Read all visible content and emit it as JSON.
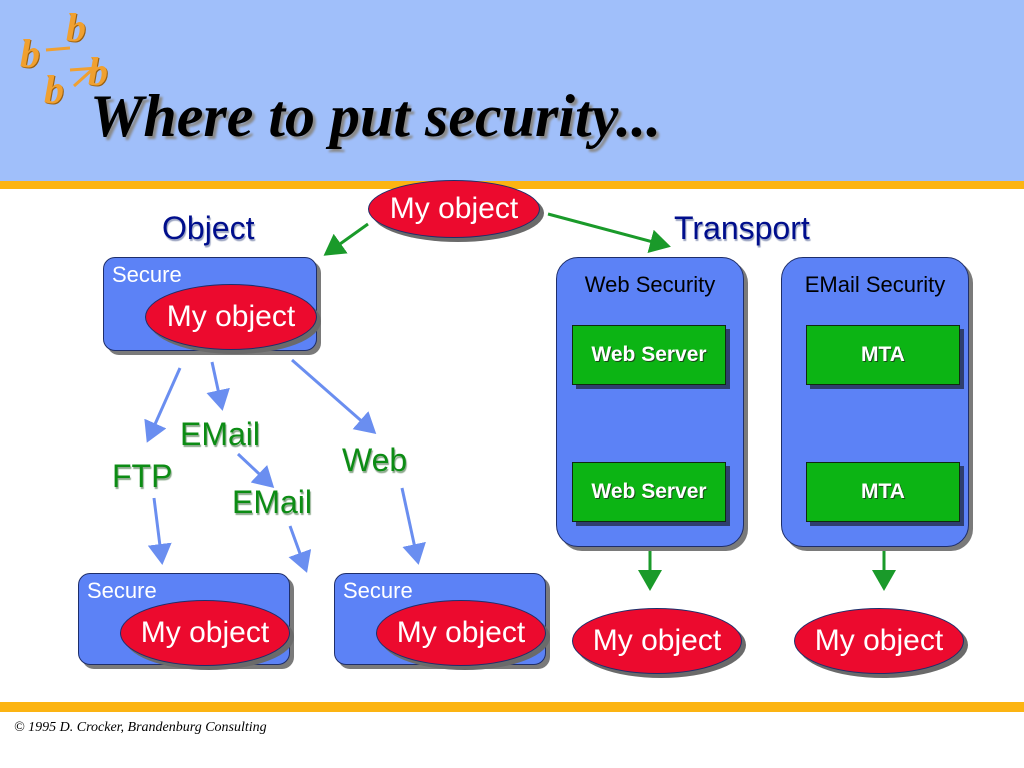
{
  "title": "Where to put security...",
  "logo_letters": [
    "b",
    "b",
    "b",
    "b"
  ],
  "top_object": "My object",
  "headings": {
    "object": "Object",
    "transport": "Transport"
  },
  "secure_top": {
    "label": "Secure",
    "object": "My object"
  },
  "secure_left": {
    "label": "Secure",
    "object": "My object"
  },
  "secure_right": {
    "label": "Secure",
    "object": "My object"
  },
  "protocol_labels": {
    "email_upper": "EMail",
    "ftp": "FTP",
    "web": "Web",
    "email_lower": "EMail"
  },
  "web_security": {
    "title": "Web Security",
    "server_top": "Web Server",
    "server_bottom": "Web Server",
    "object": "My object"
  },
  "email_security": {
    "title": "EMail Security",
    "server_top": "MTA",
    "server_bottom": "MTA",
    "object": "My object"
  },
  "footer": "© 1995 D. Crocker, Brandenburg Consulting",
  "colors": {
    "header_bg": "#a0bffa",
    "accent_bar": "#fcb412",
    "box_blue": "#5c82f6",
    "oval_red": "#ec0a2e",
    "server_green": "#0cb414",
    "arrow_green": "#1a9a2a",
    "arrow_blue": "#6a8ef0"
  }
}
